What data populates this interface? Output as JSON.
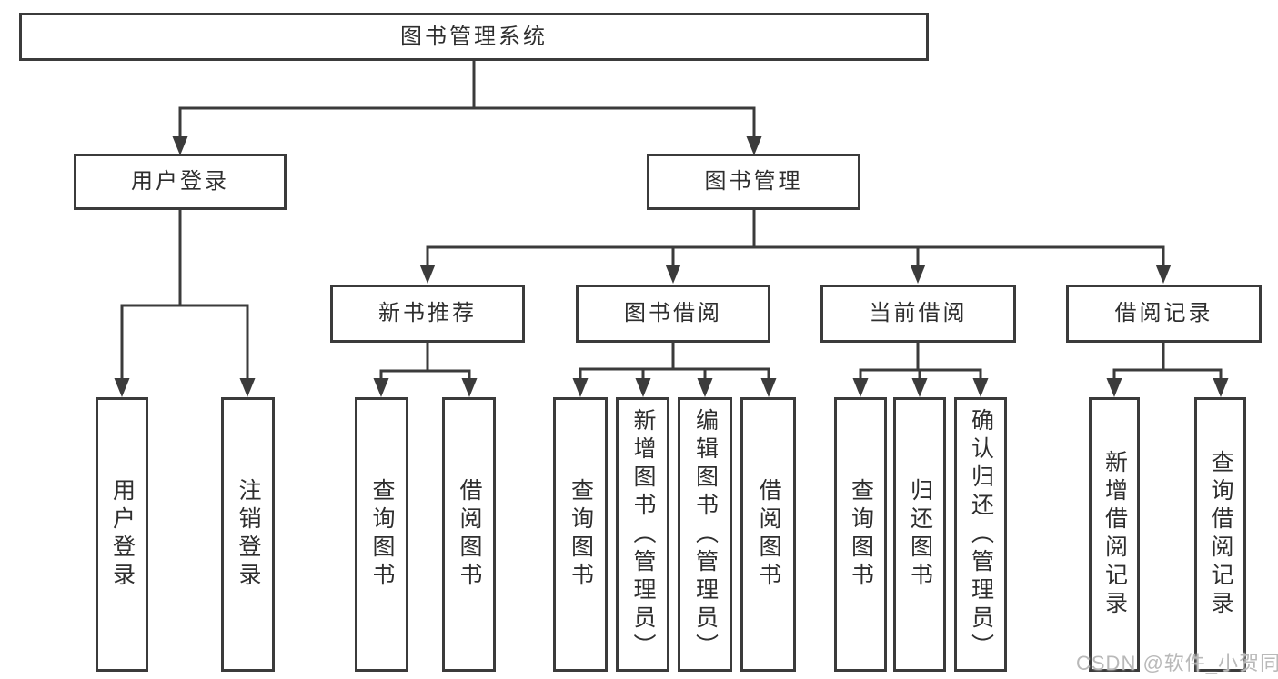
{
  "diagram": {
    "title": "图书管理系统",
    "branches": {
      "user_login": {
        "label": "用户登录",
        "children": [
          "用户登录",
          "注销登录"
        ]
      },
      "book_management": {
        "label": "图书管理",
        "sections": [
          {
            "label": "新书推荐",
            "children": [
              "查询图书",
              "借阅图书"
            ]
          },
          {
            "label": "图书借阅",
            "children": [
              "查询图书",
              "新增图书（管理员）",
              "编辑图书（管理员）",
              "借阅图书"
            ]
          },
          {
            "label": "当前借阅",
            "children": [
              "查询图书",
              "归还图书",
              "确认归还（管理员）"
            ]
          },
          {
            "label": "借阅记录",
            "children": [
              "新增借阅记录",
              "查询借阅记录"
            ]
          }
        ]
      }
    },
    "watermark": "CSDN @软件_小贺同学",
    "colors": {
      "line": "#3b3b3b",
      "text": "#2e2e2e",
      "background": "#ffffff",
      "watermark": "#b9b9b9"
    }
  }
}
